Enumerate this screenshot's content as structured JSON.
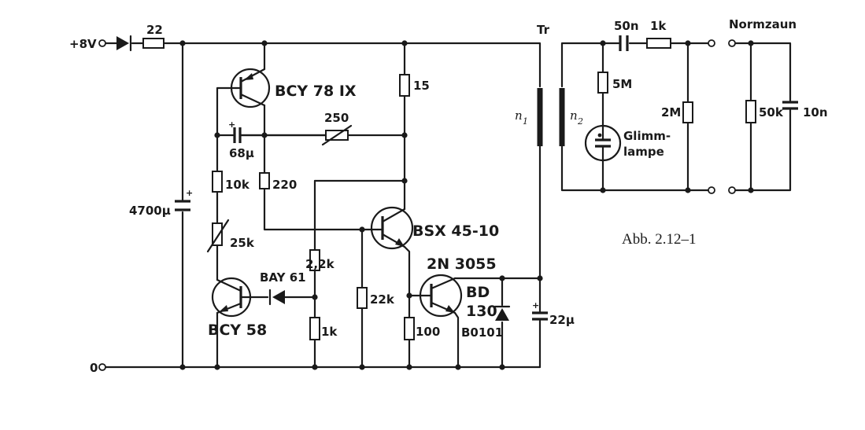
{
  "labels": {
    "supply": "+8V",
    "ground": "0",
    "r_input": "22",
    "c_main": "4700µ",
    "q1": "BCY 78 IX",
    "r15": "15",
    "c68": "68µ",
    "r250": "250",
    "r10k": "10k",
    "r220": "220",
    "r25k": "25k",
    "q3": "BSX 45-10",
    "r22k_bias": "2,2k",
    "d_bay": "BAY 61",
    "q2": "BCY 58",
    "r1k_low": "1k",
    "r22k": "22k",
    "q4_top": "2N 3055",
    "q4_line1": "BD",
    "q4_line2": "130",
    "q4_line3": "B0101",
    "r100": "100",
    "c22": "22µ",
    "transformer": "Tr",
    "n1": "n",
    "n1_sub": "1",
    "n2": "n",
    "n2_sub": "2",
    "c50n": "50n",
    "r1k_out": "1k",
    "r5m": "5M",
    "lamp_line1": "Glimm-",
    "lamp_line2": "lampe",
    "r2m": "2M",
    "normzaun": "Normzaun",
    "r50k": "50k",
    "c10n": "10n",
    "caption": "Abb. 2.12–1"
  }
}
